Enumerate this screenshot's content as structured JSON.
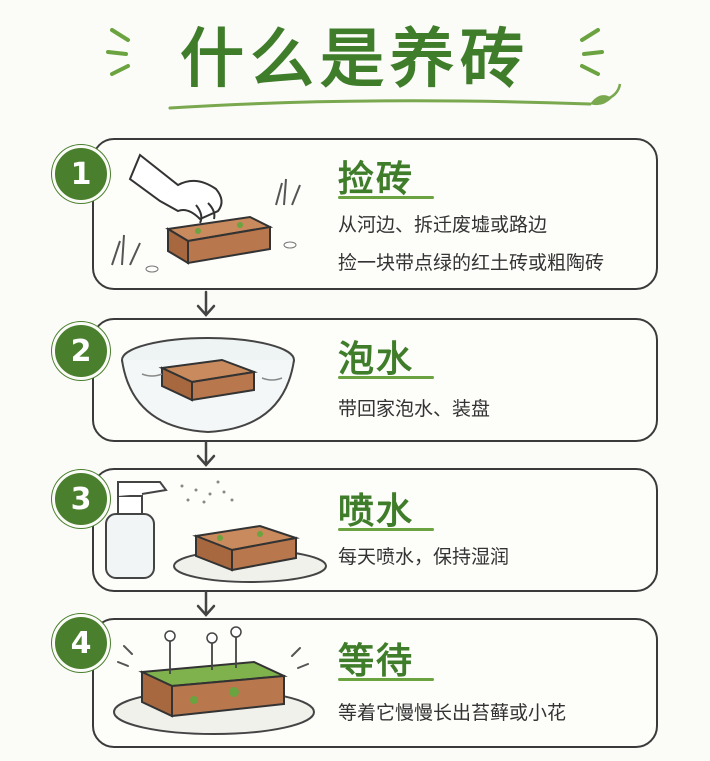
{
  "title": "什么是养砖",
  "colors": {
    "accent": "#3f7d2b",
    "badge": "#4a7f2e",
    "brick": "#b9774d",
    "moss": "#6aa33f"
  },
  "steps": [
    {
      "number": "1",
      "title": "捡砖",
      "lines": [
        "从河边、拆迁废墟或路边",
        "捡一块带点绿的红土砖或粗陶砖"
      ],
      "icon": "hand-picking-brick-icon"
    },
    {
      "number": "2",
      "title": "泡水",
      "lines": [
        "带回家泡水、装盘"
      ],
      "icon": "brick-in-water-bowl-icon"
    },
    {
      "number": "3",
      "title": "喷水",
      "lines": [
        "每天喷水，保持湿润"
      ],
      "icon": "spray-bottle-icon"
    },
    {
      "number": "4",
      "title": "等待",
      "lines": [
        "等着它慢慢长出苔藓或小花"
      ],
      "icon": "mossy-brick-flowers-icon"
    }
  ]
}
